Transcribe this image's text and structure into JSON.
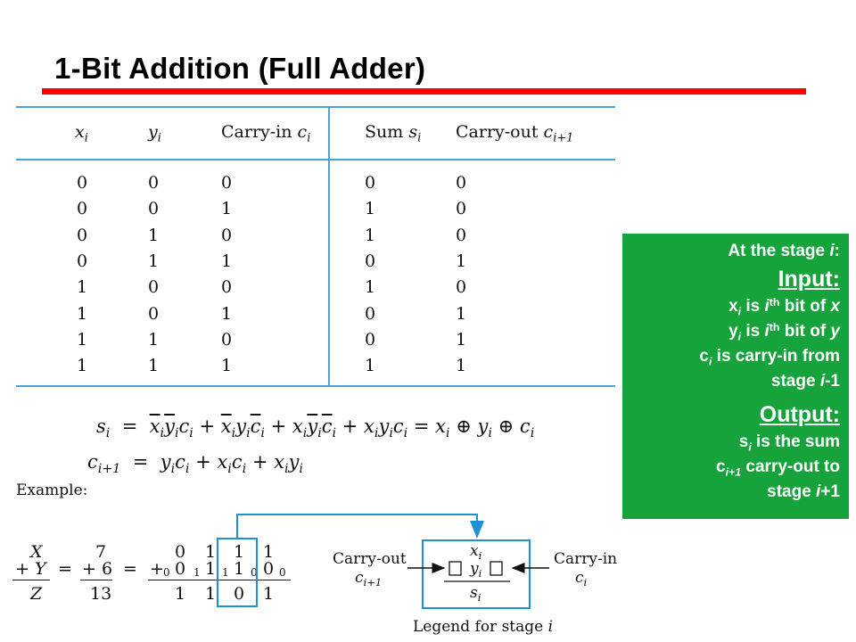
{
  "slide": {
    "title": "1-Bit Addition (Full Adder)"
  },
  "truth_table": {
    "headers": {
      "x_base": "x",
      "x_sub": "i",
      "y_base": "y",
      "y_sub": "i",
      "cin_text": "Carry-in ",
      "cin_base": "c",
      "cin_sub": "i",
      "sum_text": "Sum ",
      "sum_base": "s",
      "sum_sub": "i",
      "cout_text": "Carry-out ",
      "cout_base": "c",
      "cout_sub": "i+1"
    },
    "rows": [
      [
        "0",
        "0",
        "0",
        "0",
        "0"
      ],
      [
        "0",
        "0",
        "1",
        "1",
        "0"
      ],
      [
        "0",
        "1",
        "0",
        "1",
        "0"
      ],
      [
        "0",
        "1",
        "1",
        "0",
        "1"
      ],
      [
        "1",
        "0",
        "0",
        "1",
        "0"
      ],
      [
        "1",
        "0",
        "1",
        "0",
        "1"
      ],
      [
        "1",
        "1",
        "0",
        "0",
        "1"
      ],
      [
        "1",
        "1",
        "1",
        "1",
        "1"
      ]
    ]
  },
  "equations": {
    "sum_lhs_base": "s",
    "sum_lhs_sub": "i",
    "carry_lhs_base": "c",
    "carry_lhs_sub": "i+1",
    "equals": "="
  },
  "example": {
    "label": "Example:",
    "col_x": "X",
    "col_y": "+ Y",
    "col_z": "Z",
    "eq1": "=",
    "val_x": "7",
    "val_y": "+ 6",
    "val_z": "13",
    "eq2": "=",
    "top_bits": [
      "0",
      "1",
      "1",
      "1"
    ],
    "mid_plus": "+",
    "mid_carries": [
      "0",
      "1",
      "1",
      "0",
      "0"
    ],
    "mid_bits": [
      "0",
      "1",
      "1",
      "0"
    ],
    "result_bits": [
      "1",
      "1",
      "0",
      "1"
    ],
    "carry_out_label": "Carry-out",
    "carry_out_var": "c",
    "carry_out_sub": "i+1",
    "carry_in_label": "Carry-in",
    "carry_in_var": "c",
    "carry_in_sub": "i",
    "legend_x": "x",
    "legend_y": "y",
    "legend_s": "s",
    "legend_sub": "i",
    "legend_caption": "Legend for stage ",
    "legend_caption_var": "i"
  },
  "info_box": {
    "stage_line": "At the stage ",
    "stage_var": "i",
    "stage_colon": ":",
    "input_heading": "Input:",
    "x_var": "x",
    "x_sub": "i",
    "x_text_a": " is ",
    "x_sup_base": "i",
    "x_sup": "th",
    "x_text_b": " bit of ",
    "x_end": "x",
    "y_var": "y",
    "y_sub": "i",
    "y_text_a": " is ",
    "y_sup_base": "i",
    "y_sup": "th",
    "y_text_b": " bit of ",
    "y_end": "y",
    "c_var": "c",
    "c_sub": "i",
    "c_text": " is carry-in from",
    "c_text2": "stage ",
    "c_text2_var": "i",
    "c_text2_end": "-1",
    "output_heading": "Output:",
    "s_var": "s",
    "s_sub": "i",
    "s_text": " is the sum",
    "co_var": "c",
    "co_sub": "i+1",
    "co_text": " carry-out to",
    "co_text2": "stage ",
    "co_text2_var": "i",
    "co_text2_end": "+1"
  },
  "colors": {
    "title_rule": "#ff0000",
    "table_lines": "#4aa3d6",
    "info_bg": "#16a33c"
  }
}
